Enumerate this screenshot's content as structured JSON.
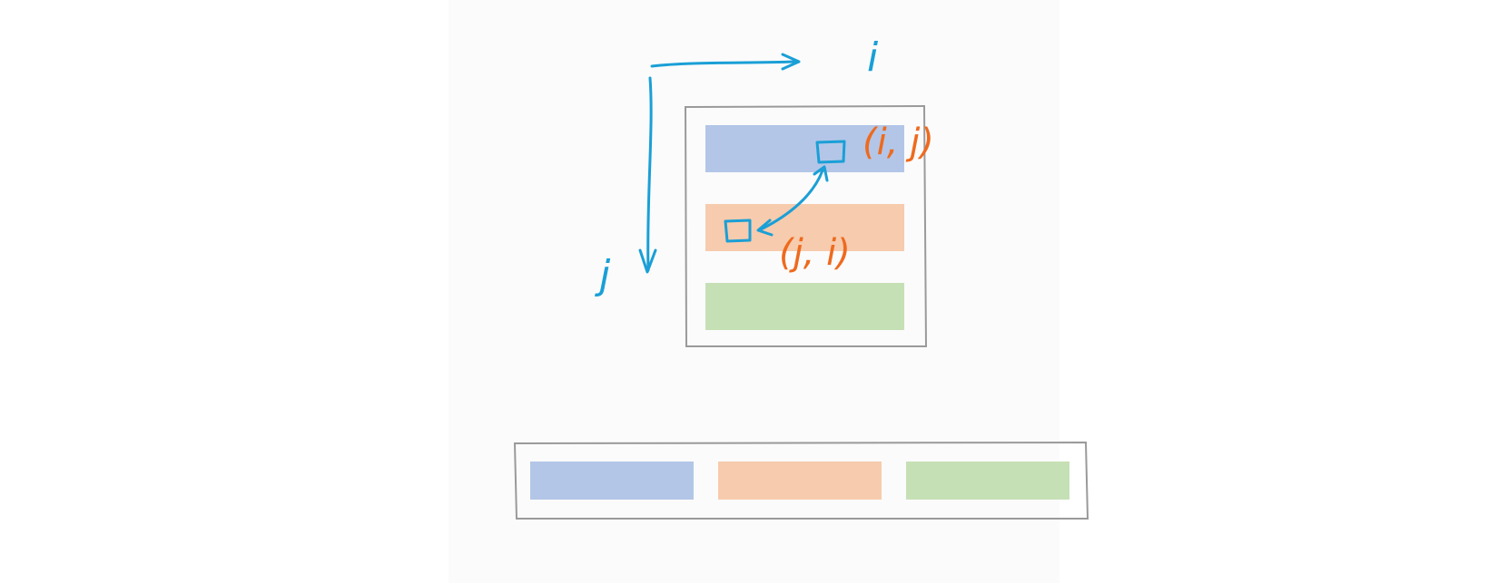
{
  "colors": {
    "background": "#ffffff",
    "panel": "#fbfbfb",
    "frame": "#9a9a9a",
    "ink_blue": "#1a9fd6",
    "ink_orange": "#ee6a1e",
    "row_blue": "#b3c6e7",
    "row_orange": "#f7cbad",
    "row_green": "#c6e0b5"
  },
  "labels": {
    "axis_i": "i",
    "axis_j": "j",
    "coord_ij": "(i, j)",
    "coord_ji": "(j, i)"
  },
  "icons": [
    "right-arrow",
    "down-arrow",
    "cell-square",
    "double-headed-arrow"
  ],
  "matrix": {
    "rows": [
      "blue",
      "orange",
      "green"
    ]
  },
  "flat_array": {
    "segments": [
      "blue",
      "orange",
      "green"
    ]
  }
}
